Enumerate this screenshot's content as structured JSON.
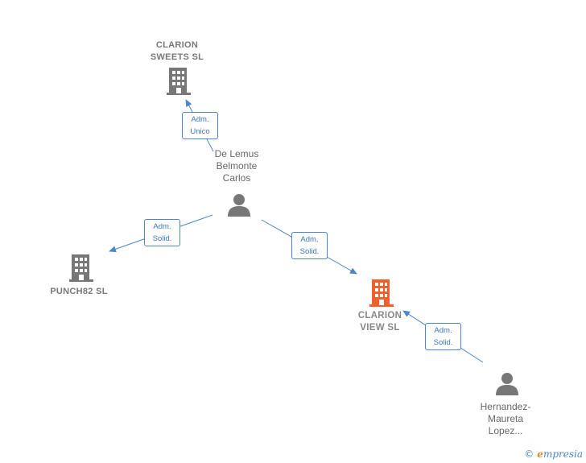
{
  "nodes": {
    "clarion_sweets": {
      "lines": [
        "CLARION",
        "SWEETS  SL"
      ]
    },
    "de_lemus": {
      "lines": [
        "De Lemus",
        "Belmonte",
        "Carlos"
      ]
    },
    "punch82": {
      "lines": [
        "PUNCH82  SL"
      ]
    },
    "clarion_view": {
      "lines": [
        "CLARION",
        "VIEW  SL"
      ]
    },
    "hernandez": {
      "lines": [
        "Hernandez-",
        "Maureta",
        "Lopez..."
      ]
    }
  },
  "edges": {
    "to_sweets": {
      "lines": [
        "Adm.",
        "Unico"
      ]
    },
    "to_punch": {
      "lines": [
        "Adm.",
        "Solid."
      ]
    },
    "to_view_from_lemus": {
      "lines": [
        "Adm.",
        "Solid."
      ]
    },
    "to_view_from_hernandez": {
      "lines": [
        "Adm.",
        "Solid."
      ]
    }
  },
  "colors": {
    "company": "#777777",
    "focal_company": "#f0602c",
    "person": "#777777",
    "edge": "#4a86c8"
  },
  "icons": {
    "company": "building-icon",
    "person": "person-icon"
  },
  "footer": {
    "copyright": "©",
    "brand_initial": "e",
    "brand_rest": "mpresia"
  }
}
